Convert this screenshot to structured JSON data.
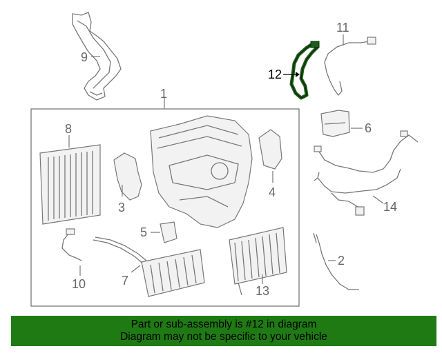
{
  "callouts": {
    "c1": "1",
    "c2": "2",
    "c3": "3",
    "c4": "4",
    "c5": "5",
    "c6": "6",
    "c7": "7",
    "c8": "8",
    "c9": "9",
    "c10": "10",
    "c11": "11",
    "c12": "12",
    "c13": "13",
    "c14": "14"
  },
  "highlight": {
    "part_number": "12",
    "color": "#1f5e1a"
  },
  "banner": {
    "line1": "Part or sub-assembly is #12 in diagram",
    "line2": "Diagram may not be specific to your vehicle",
    "background": "#1f7a14"
  }
}
